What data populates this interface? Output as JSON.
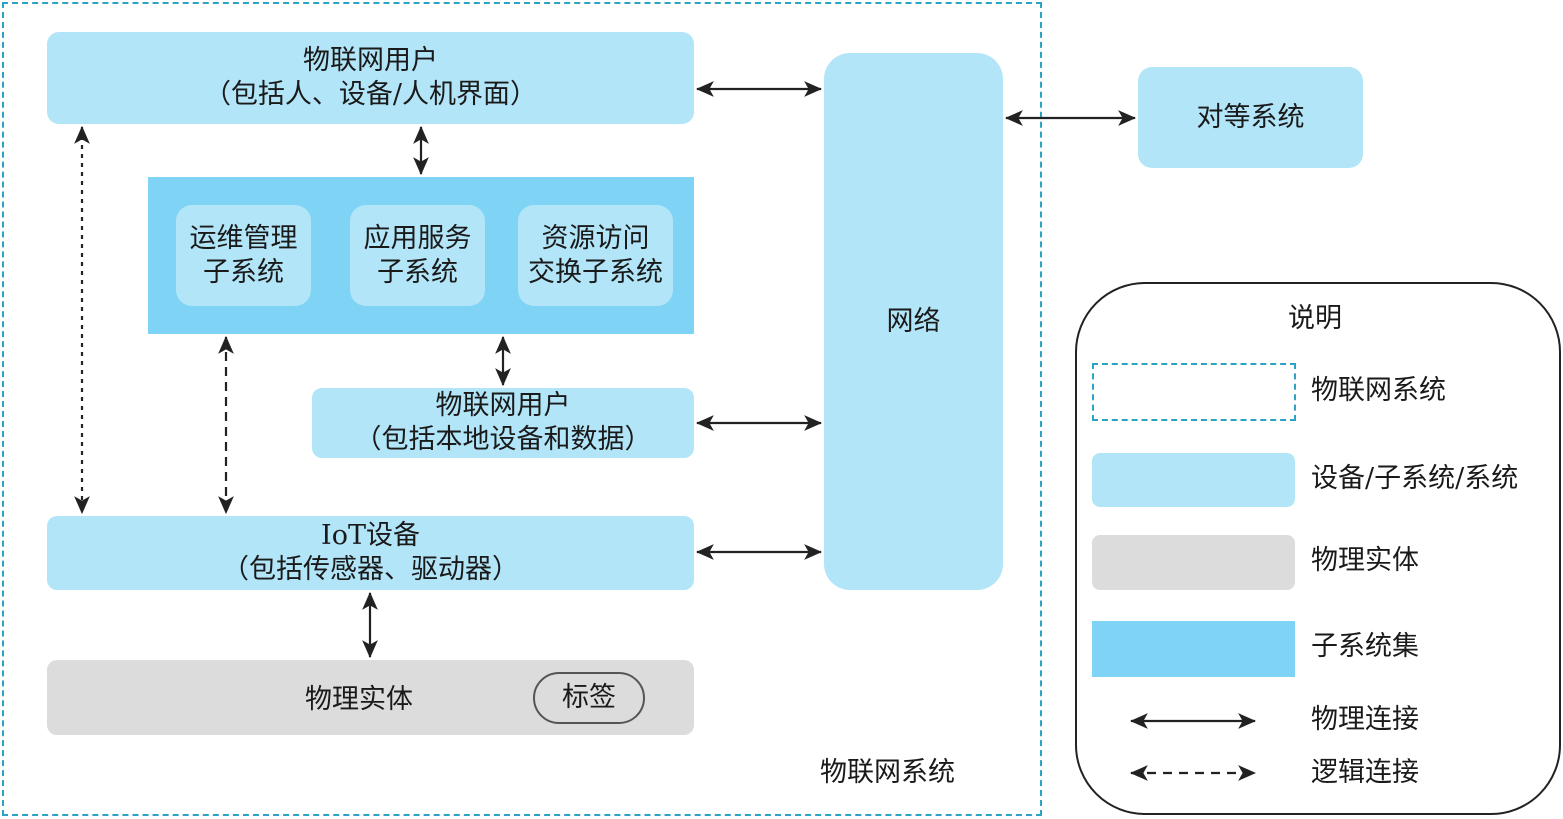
{
  "colors": {
    "device_fill": "#b3e5f8",
    "subsystem_set_fill": "#7fd3f5",
    "physical_fill": "#dcdcdc",
    "system_border": "#2ba3c4",
    "arrow": "#222222"
  },
  "system": {
    "label": "物联网系统"
  },
  "iot_user_top": {
    "line1": "物联网用户",
    "line2": "（包括人、设备/人机界面）"
  },
  "subsystem_set": {
    "items": [
      {
        "line1": "运维管理",
        "line2": "子系统"
      },
      {
        "line1": "应用服务",
        "line2": "子系统"
      },
      {
        "line1": "资源访问",
        "line2": "交换子系统"
      }
    ]
  },
  "iot_user_local": {
    "line1": "物联网用户",
    "line2": "（包括本地设备和数据）"
  },
  "iot_device": {
    "line1": "IoT设备",
    "line2": "（包括传感器、驱动器）"
  },
  "physical_entity": {
    "label": "物理实体",
    "tag": "标签"
  },
  "network": {
    "label": "网络"
  },
  "peer_system": {
    "label": "对等系统"
  },
  "legend": {
    "title": "说明",
    "items": [
      {
        "symbol": "dashed-box",
        "label": "物联网系统"
      },
      {
        "symbol": "light-box",
        "label": "设备/子系统/系统"
      },
      {
        "symbol": "gray-box",
        "label": "物理实体"
      },
      {
        "symbol": "dark-box",
        "label": "子系统集"
      },
      {
        "symbol": "solid-arrow",
        "label": "物理连接"
      },
      {
        "symbol": "dashed-arrow",
        "label": "逻辑连接"
      }
    ]
  }
}
